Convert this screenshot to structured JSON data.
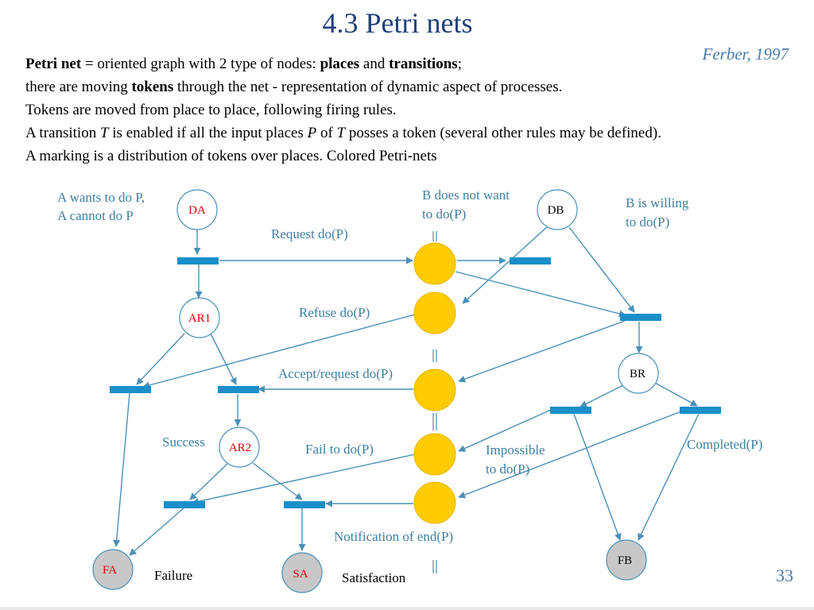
{
  "title": "4.3 Petri nets",
  "citation": "Ferber, 1997",
  "page_number": "33",
  "body": {
    "l1_b1": "Petri net",
    "l1_t1": " = oriented graph with 2 type of nodes: ",
    "l1_b2": "places",
    "l1_t2": " and ",
    "l1_b3": "transitions",
    "l1_t3": ";",
    "l2_t1": "there are moving ",
    "l2_b1": "tokens",
    "l2_t2": " through the net - representation of dynamic aspect of processes.",
    "l3": "Tokens are moved from place to place, following firing rules.",
    "l4_t1": "A transition ",
    "l4_i1": "T",
    "l4_t2": " is enabled if all the input places ",
    "l4_i2": "P",
    "l4_t3": " of ",
    "l4_i3": "T",
    "l4_t4": " posses a token (several other rules may be defined).",
    "l5": "A marking is a distribution of tokens over places. Colored Petri-nets"
  },
  "diagram": {
    "colors": {
      "arrow": "#4a90b8",
      "transition": "#1b8fc9",
      "token": "#ffcc00",
      "node_stroke": "#4a90b8",
      "final_place": "#c8c8c8",
      "label": "#3f7f9f",
      "node_label_red": "#e00000"
    },
    "places": {
      "DA": "DA",
      "AR1": "AR1",
      "AR2": "AR2",
      "FA": "FA",
      "SA": "SA",
      "DB": "DB",
      "BR": "BR",
      "FB": "FB"
    },
    "labels": {
      "a_wants_1": "A wants to do P,",
      "a_wants_2": "A cannot do P",
      "b_not_want_1": "B does not want",
      "b_not_want_2": "to do(P)",
      "b_willing_1": "B is willing",
      "b_willing_2": "to do(P)",
      "request": "Request do(P)",
      "refuse": "Refuse do(P)",
      "accept": "Accept/request do(P)",
      "success": "Success",
      "fail": "Fail to do(P)",
      "impossible_1": "Impossible",
      "impossible_2": "to do(P)",
      "completed": "Completed(P)",
      "notification": "Notification of  end(P)",
      "failure": "Failure",
      "satisfaction": "Satisfaction"
    }
  }
}
